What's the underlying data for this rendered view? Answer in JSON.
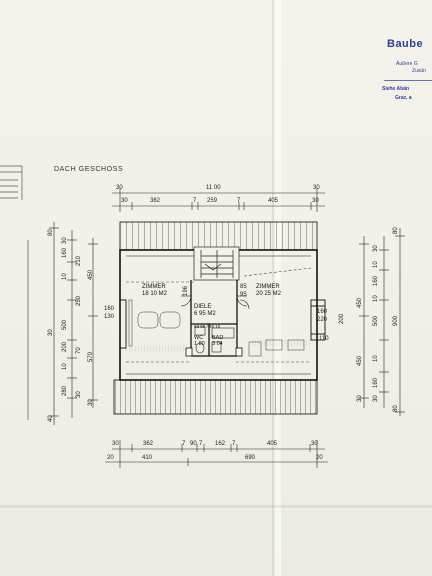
{
  "stamp": {
    "company": "Baube",
    "line1": "Äußere G",
    "line2": "Zusün",
    "line3": "Siehe Abän",
    "line4": "Graz, a"
  },
  "plan": {
    "title": "DACH GESCHOSS"
  },
  "rooms": {
    "room_left": {
      "name": "ZIMMER",
      "area": "18 10 M2"
    },
    "room_right": {
      "name": "ZIMMER",
      "area": "20 25 M2"
    },
    "hall": {
      "name": "DIELE",
      "area": "6 95 M2"
    },
    "wc": {
      "name": "WC",
      "area": "1 80"
    },
    "bath": {
      "name": "BAD",
      "area": "3 04"
    },
    "small_text": "63 90 / 48 15"
  },
  "dims": {
    "top_total": "11 00",
    "top_left_30": "30",
    "top_right_30": "30",
    "top_row": [
      "30",
      "362",
      "7",
      "259",
      "7",
      "405",
      "30"
    ],
    "bottom_row": [
      "30",
      "362",
      "7",
      "90",
      "7",
      "162",
      "7",
      "405",
      "30"
    ],
    "bottom_total": [
      "20",
      "410",
      "690",
      "20"
    ],
    "left_outer": [
      "80",
      "30",
      "30",
      "160",
      "210",
      "450",
      "10",
      "250",
      "20",
      "10",
      "20",
      "500",
      "10",
      "200",
      "70",
      "570",
      "10",
      "10",
      "280",
      "30",
      "40",
      "30"
    ],
    "left_width_marks": [
      "160",
      "130"
    ],
    "right_outer": [
      "80",
      "30",
      "10",
      "160",
      "450",
      "10",
      "200",
      "500",
      "900",
      "450",
      "10",
      "160",
      "30",
      "30",
      "80"
    ],
    "right_inner": [
      "160",
      "220",
      "200",
      "110"
    ],
    "inner_marks": [
      "196",
      "85",
      "95"
    ]
  }
}
